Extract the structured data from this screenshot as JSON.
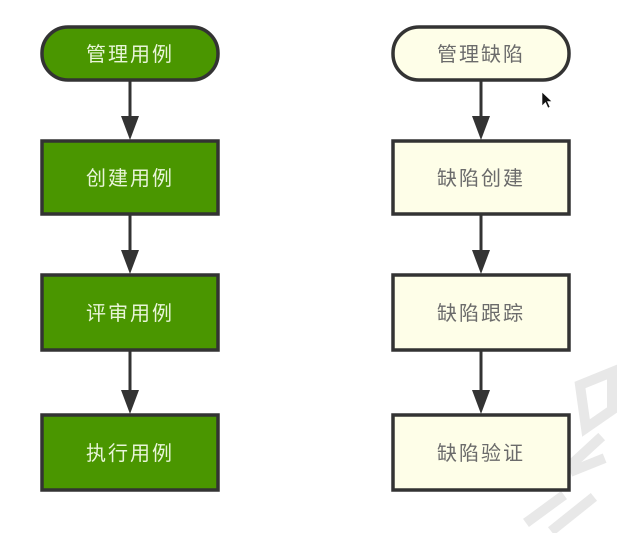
{
  "diagram": {
    "type": "flowchart",
    "colors": {
      "left_fill": "#4a9600",
      "left_text": "#e8f5d8",
      "right_fill": "#fefee8",
      "right_text": "#6b6b6b",
      "stroke": "#333333",
      "arrow": "#333333"
    },
    "flows": [
      {
        "name": "test-case-flow",
        "nodes": [
          {
            "id": "manage-cases",
            "label": "管理用例",
            "shape": "terminal"
          },
          {
            "id": "create-cases",
            "label": "创建用例",
            "shape": "process"
          },
          {
            "id": "review-cases",
            "label": "评审用例",
            "shape": "process"
          },
          {
            "id": "execute-cases",
            "label": "执行用例",
            "shape": "process"
          }
        ],
        "edges": [
          {
            "from": "manage-cases",
            "to": "create-cases"
          },
          {
            "from": "create-cases",
            "to": "review-cases"
          },
          {
            "from": "review-cases",
            "to": "execute-cases"
          }
        ]
      },
      {
        "name": "defect-flow",
        "nodes": [
          {
            "id": "manage-defects",
            "label": "管理缺陷",
            "shape": "terminal"
          },
          {
            "id": "create-defect",
            "label": "缺陷创建",
            "shape": "process"
          },
          {
            "id": "track-defect",
            "label": "缺陷跟踪",
            "shape": "process"
          },
          {
            "id": "verify-defect",
            "label": "缺陷验证",
            "shape": "process"
          }
        ],
        "edges": [
          {
            "from": "manage-defects",
            "to": "create-defect"
          },
          {
            "from": "create-defect",
            "to": "track-defect"
          },
          {
            "from": "track-defect",
            "to": "verify-defect"
          }
        ]
      }
    ]
  }
}
